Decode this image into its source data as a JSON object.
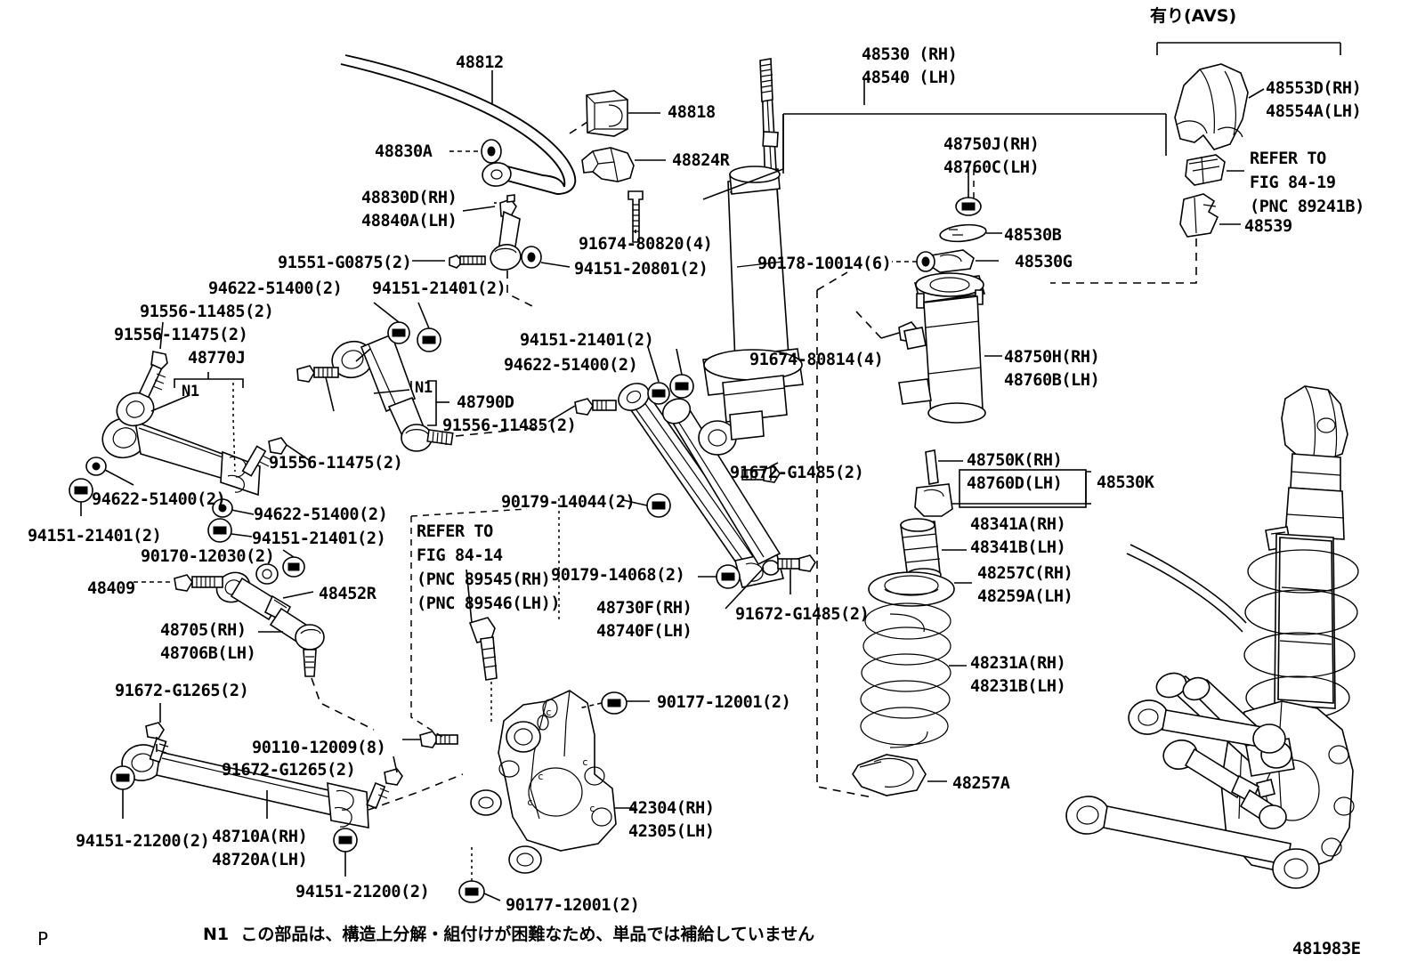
{
  "diagram": {
    "figure_code": "481983E",
    "page_marker": "P",
    "avs_header": "有り(AVS)",
    "footnote": "N1  この部品は、構造上分解・組付けが困難なため、単品では補給していません",
    "n1_marker": "N1"
  },
  "labels": {
    "stabilizer_bar": "48812",
    "stabilizer_bushing": "48818",
    "stabilizer_bracket": "48824R",
    "stabilizer_link_nut": "48830A",
    "stabilizer_link": "48830D(RH)\n48840A(LH)",
    "bolt_91551_g0875": "91551-G0875(2)",
    "nut_94151_20801": "94151-20801(2)",
    "bolt_91674_80820": "91674-80820(4)",
    "washer_94622_51400_a": "94622-51400(2)",
    "nut_94151_21401_a": "94151-21401(2)",
    "bolt_91556_11485_a": "91556-11485(2)",
    "bolt_91556_11475_a": "91556-11475(2)",
    "upper_arm_assy": "48770J",
    "trailing_arm_assy": "48790D",
    "bolt_91556_11485_b": "91556-11485(2)",
    "bolt_91556_11475_b": "91556-11475(2)",
    "washer_94622_51400_b": "94622-51400(2)",
    "nut_94151_21401_b": "94151-21401(2)",
    "washer_94622_51400_c": "94622-51400(2)",
    "nut_94151_21401_c": "94151-21401(2)",
    "washer_94622_51400_d": "94622-51400(2)",
    "nut_94151_21401_d": "94151-21401(2)",
    "bolt_90170_12030": "90170-12030(2)",
    "cam_48409": "48409",
    "toe_arm_48452r": "48452R",
    "toe_arm_assy": "48705(RH)\n48706B(LH)",
    "bolt_91672_g1265_a": "91672-G1265(2)",
    "bolt_90110_12009": "90110-12009(8)",
    "bolt_91672_g1265_b": "91672-G1265(2)",
    "nut_94151_21200_a": "94151-21200(2)",
    "nut_94151_21200_b": "94151-21200(2)",
    "lower_arm_assy": "48710A(RH)\n48720A(LH)",
    "refer_fig_84_14": "REFER TO\nFIG 84-14\n(PNC 89545(RH)\n(PNC 89546(LH))",
    "nut_94151_21401_e": "94151-21401(2)",
    "washer_94622_51400_e": "94622-51400(2)",
    "bolt_91674_80814": "91674-80814(4)",
    "bolt_90179_14044": "90179-14044(2)",
    "bolt_90179_14068": "90179-14068(2)",
    "no2_arm_assy": "48730F(RH)\n48740F(LH)",
    "bolt_91672_g1485_a": "91672-G1485(2)",
    "bolt_91672_g1485_b": "91672-G1485(2)",
    "nut_90177_12001_a": "90177-12001(2)",
    "nut_90177_12001_b": "90177-12001(2)",
    "knuckle": "42304(RH)\n42305(LH)",
    "shock_absorber": "48530 (RH)\n48540 (LH)",
    "strut_nut_assy": "48750J(RH)\n48760C(LH)",
    "washer_48530b": "48530B",
    "cushion_48530g": "48530G",
    "nut_90178_10014": "90178-10014(6)",
    "strut_support": "48750H(RH)\n48760B(LH)",
    "collar_48750k": "48750K(RH)\n48760D(LH)",
    "kit_48530k": "48530K",
    "bumper_48341a": "48341A(RH)\n48341B(LH)",
    "seat_48257c": "48257C(RH)\n48259A(LH)",
    "coil_spring": "48231A(RH)\n48231B(LH)",
    "seat_48257a": "48257A",
    "avs_bracket": "48553D(RH)\n48554A(LH)",
    "refer_fig_84_19": "REFER TO\nFIG 84-19\n(PNC 89241B)",
    "clamp_48539": "48539"
  }
}
